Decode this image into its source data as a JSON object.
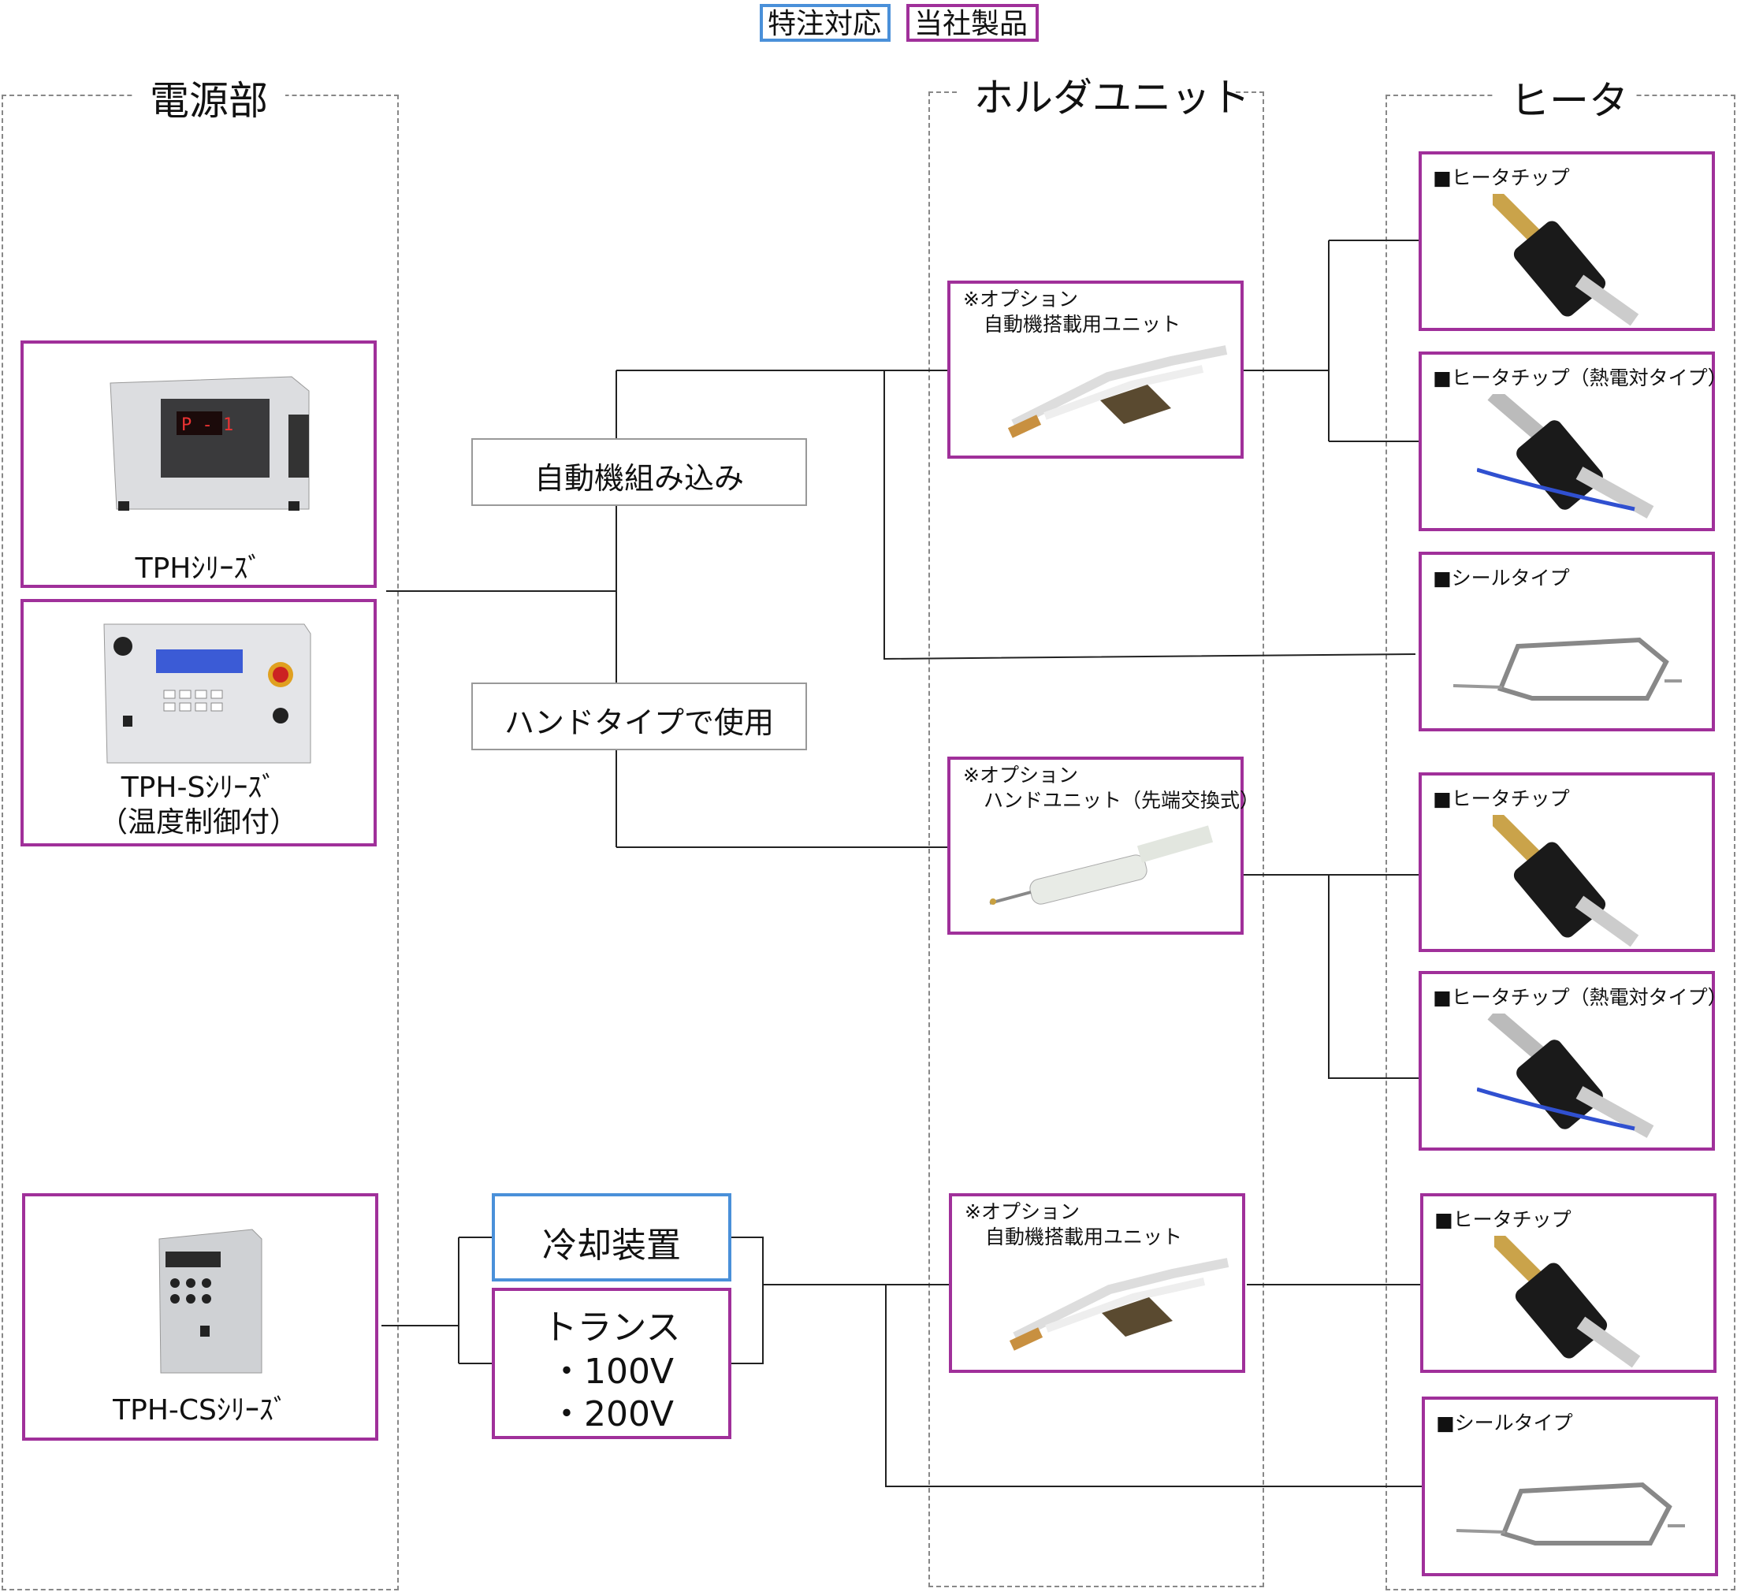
{
  "legend": {
    "custom": "特注対応",
    "own_product": "当社製品"
  },
  "sections": {
    "power": "電源部",
    "holder": "ホルダユニット",
    "heater": "ヒータ"
  },
  "power_units": {
    "tph": "TPHｼﾘｰｽﾞ",
    "tph_s_line1": "TPH-Sｼﾘｰｽﾞ",
    "tph_s_line2": "（温度制御付）",
    "tph_s_display": "P - 1",
    "tph_cs": "TPH-CSｼﾘｰｽﾞ"
  },
  "usage": {
    "auto": "自動機組み込み",
    "hand": "ハンドタイプで使用"
  },
  "cooling": {
    "cooler": "冷却装置",
    "trans_line1": "トランス",
    "trans_line2": "・100V",
    "trans_line3": "・200V"
  },
  "holders": [
    {
      "line1": "※オプション",
      "line2": "自動機搭載用ユニット"
    },
    {
      "line1": "※オプション",
      "line2": "ハンドユニット（先端交換式）"
    },
    {
      "line1": "※オプション",
      "line2": "自動機搭載用ユニット"
    }
  ],
  "heaters": [
    "■ヒータチップ",
    "■ヒータチップ（熱電対タイプ）",
    "■シールタイプ",
    "■ヒータチップ",
    "■ヒータチップ（熱電対タイプ）",
    "■ヒータチップ",
    "■シールタイプ"
  ],
  "colors": {
    "own_product_border": "#a0309a",
    "custom_border": "#4a90d9",
    "line": "#222222"
  }
}
